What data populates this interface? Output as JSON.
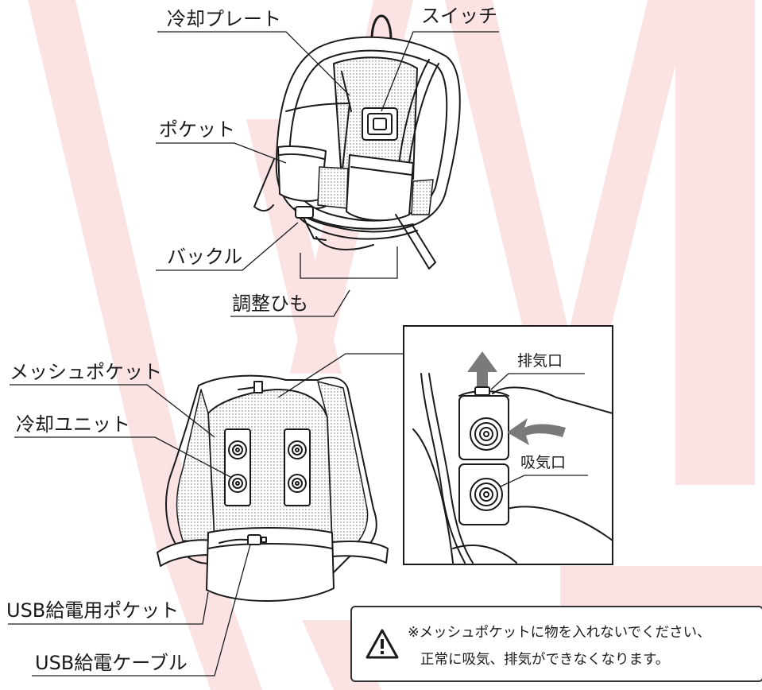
{
  "labels": {
    "cooling_plate": "冷却プレート",
    "switch": "スイッチ",
    "pocket": "ポケット",
    "buckle": "バックル",
    "adjust_strap": "調整ひも",
    "mesh_pocket": "メッシュポケット",
    "cooling_unit": "冷却ユニット",
    "exhaust": "排気口",
    "intake": "吸気口",
    "usb_pocket": "USB給電用ポケット",
    "usb_cable": "USB給電ケーブル"
  },
  "warning": {
    "line1": "※メッシュポケットに物を入れないでください、",
    "line2": "正常に吸気、排気ができなくなります。",
    "icon": "warning-triangle-icon"
  },
  "colors": {
    "watermark": "#fbe3e3",
    "line": "#1a1a1a",
    "mesh": "#b8b8b8",
    "arrow": "#7a7a7a"
  }
}
